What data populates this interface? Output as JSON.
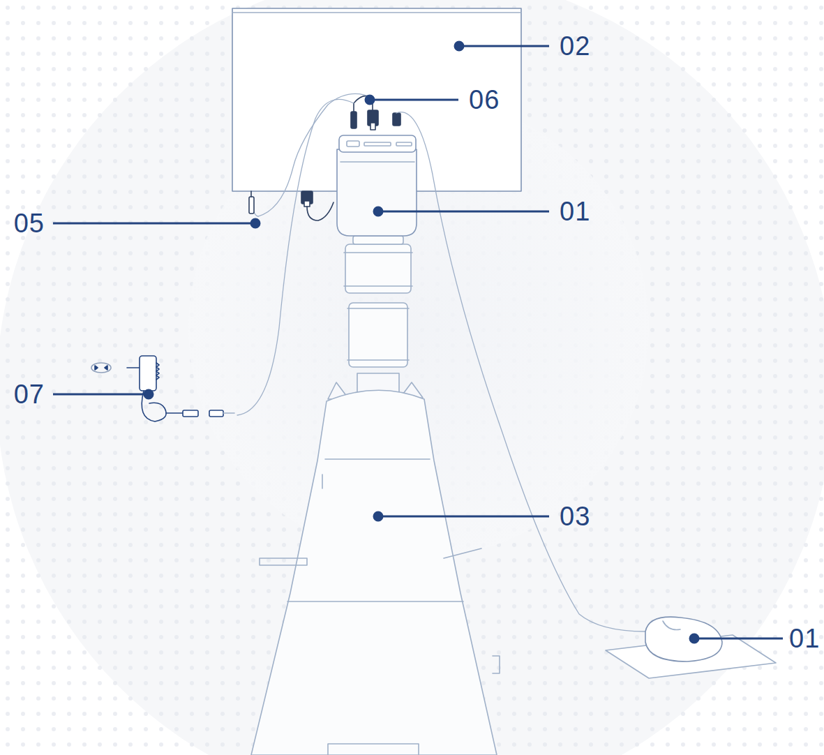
{
  "diagram": {
    "labels": [
      "02",
      "06",
      "01",
      "05",
      "07",
      "03",
      "01"
    ]
  }
}
